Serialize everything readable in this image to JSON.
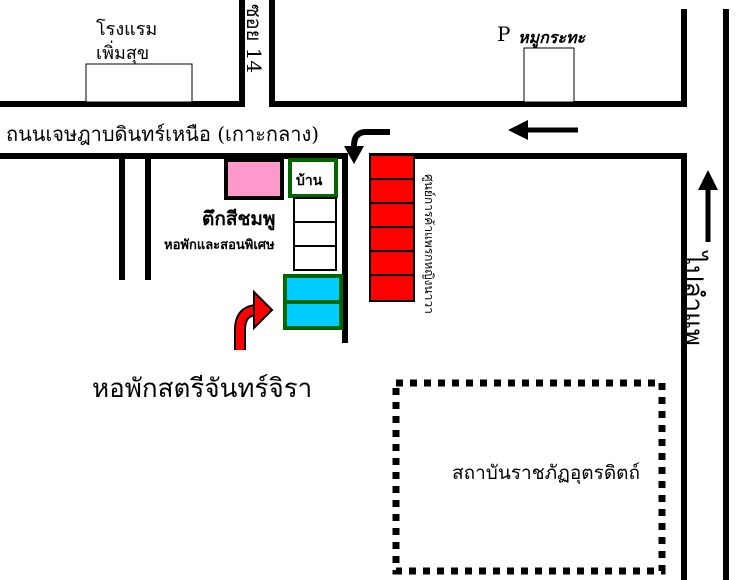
{
  "labels": {
    "hotel": "โรงแรม",
    "hotel_name": "เพิ่มสุข",
    "soi": "ซอย 14",
    "parking": "P",
    "parking_name": "หมูกระทะ",
    "main_road": "ถนนเจษฎาบดินทร์เหนือ (เกาะกลาง)",
    "house": "บ้าน",
    "pink_building": "ตึกสีชมพู",
    "pink_building_sub": "หอพักและสอนพิเศษ",
    "red_shops": "ศูนย์การค้าแพรกหญิงนาวา",
    "to_road": "ไปลำแพ",
    "dorm": "หอพักสตรีจันทร์จิรา",
    "university": "สถาบันราชภัฏอุตรดิตถ์"
  },
  "colors": {
    "pink": "#ff99cc",
    "green_border": "#006600",
    "cyan": "#00ccff",
    "red": "#ff0000",
    "road_line": "#000000"
  },
  "icons": {
    "left_arrow": "arrow-left-icon",
    "up_arrow": "arrow-up-icon",
    "curve_arrow": "curve-down-arrow-icon",
    "red_curve_arrow": "red-curve-arrow-icon"
  }
}
